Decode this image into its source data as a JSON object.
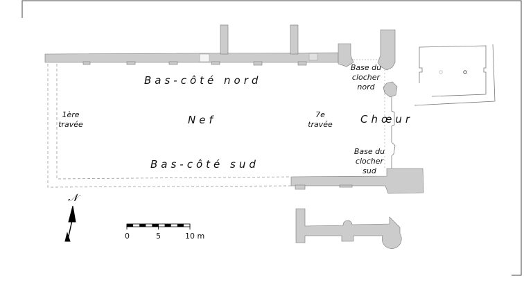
{
  "diagram": {
    "type": "architectural floor plan",
    "colors": {
      "wall_fill": "#cccccc",
      "wall_stroke": "#555555",
      "hidden_line": "#999999",
      "frame": "#444444",
      "text": "#111111"
    },
    "labels": {
      "bas_cote_nord": "Bas-côté nord",
      "nef": "Nef",
      "bas_cote_sud": "Bas-côté sud",
      "choeur": "Chœur",
      "premiere_travee": [
        "1ère",
        "travée"
      ],
      "septieme_travee": [
        "7e",
        "travée"
      ],
      "base_clocher_nord": [
        "Base du",
        "clocher",
        "nord"
      ],
      "base_clocher_sud": [
        "Base du",
        "clocher",
        "sud"
      ]
    },
    "north_arrow": {
      "icon": "north-arrow-icon",
      "label": "𝒩"
    },
    "scale_bar": {
      "ticks": [
        "0",
        "5",
        "10 m"
      ],
      "total_meters": 10,
      "segments": 5
    }
  }
}
